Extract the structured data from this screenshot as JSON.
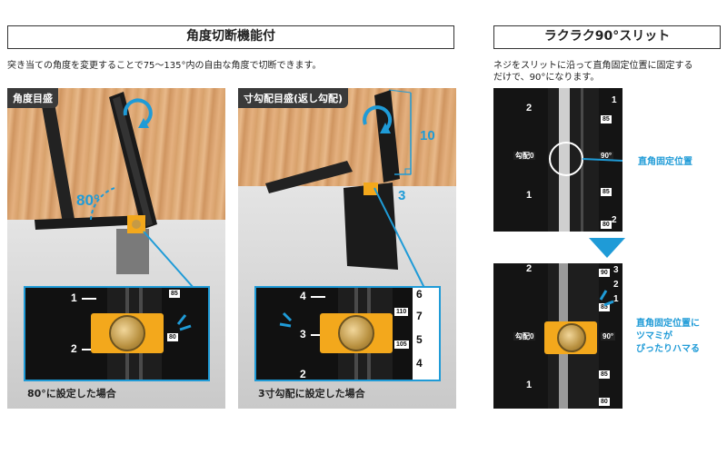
{
  "section_left": {
    "title": "角度切断機能付",
    "description": "突き当ての角度を変更することで75～135°内の自由な角度で切断できます。",
    "panel1": {
      "tag": "角度目盛",
      "angle_label": "80°",
      "caption": "80°に設定した場合",
      "inset_numbers": [
        "1",
        "2"
      ],
      "inset_box": "85",
      "inset_box2": "80"
    },
    "panel2": {
      "tag": "寸勾配目盛(返し勾配)",
      "dim_vertical": "10",
      "dim_horizontal": "3",
      "caption": "3寸勾配に設定した場合",
      "inset_numbers_left": [
        "4",
        "3",
        "2"
      ],
      "inset_numbers_right": [
        "6",
        "7",
        "5",
        "4"
      ],
      "inset_box": "110",
      "inset_box2": "105"
    }
  },
  "section_right": {
    "title": "ラクラク90°スリット",
    "description_line1": "ネジをスリットに沿って直角固定位置に固定する",
    "description_line2": "だけで、90°になります。",
    "top_photo": {
      "label_kobai": "勾配0",
      "label_90": "90°",
      "numbers": [
        "2",
        "1",
        "1"
      ],
      "right_numbers": [
        "1",
        "2",
        "85",
        "85",
        "80"
      ],
      "callout": "直角固定位置"
    },
    "bottom_photo": {
      "label_kobai": "勾配0",
      "label_90": "90°",
      "numbers_left": [
        "2",
        "1"
      ],
      "numbers_right": [
        "3",
        "2",
        "1"
      ],
      "boxes": [
        "90",
        "85",
        "85",
        "80"
      ],
      "callout_line1": "直角固定位置に",
      "callout_line2": "ツマミが",
      "callout_line3": "ぴったりハマる"
    }
  },
  "colors": {
    "accent_blue": "#1f9bd7",
    "knob_orange": "#f3a81c"
  }
}
